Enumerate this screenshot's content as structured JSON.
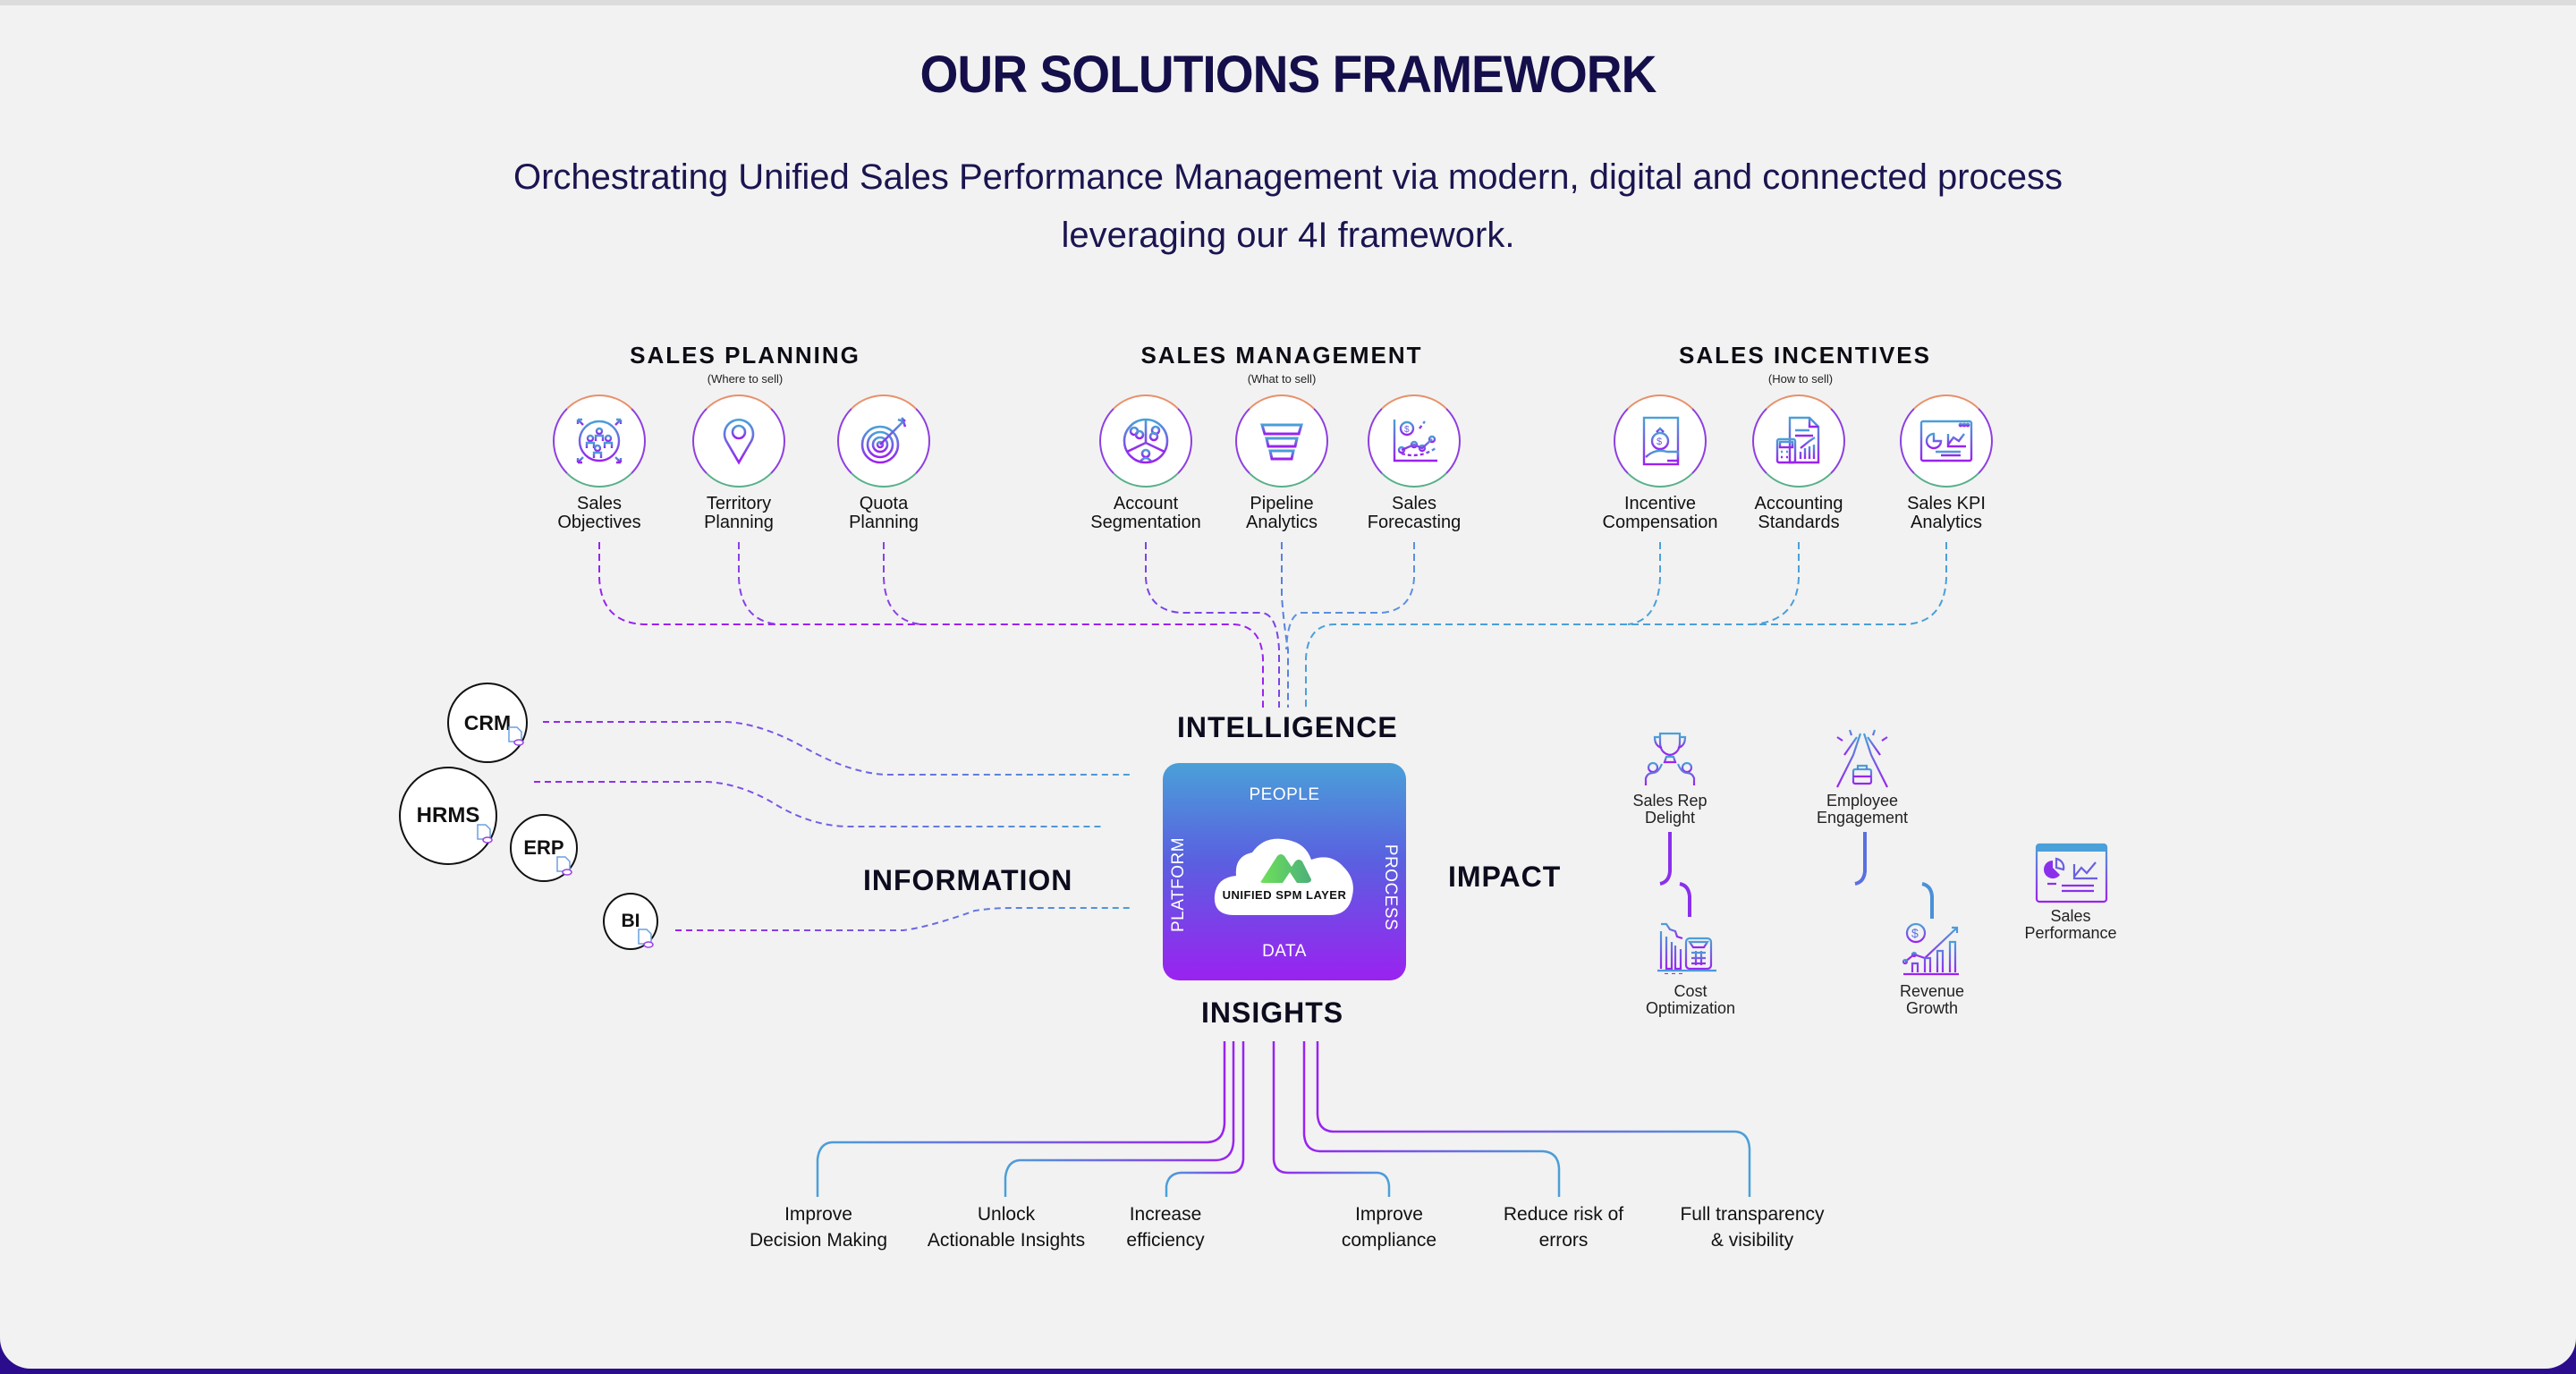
{
  "title": "OUR SOLUTIONS FRAMEWORK",
  "subtitle": {
    "line1": "Orchestrating Unified Sales Performance Management via modern, digital and connected process",
    "line2": "leveraging our 4I framework."
  },
  "colors": {
    "navy": "#140f4a",
    "purple": "#9a22f0",
    "blue": "#4aa0d8",
    "green": "#5fdc6a",
    "background": "#f2f2f2"
  },
  "sections": [
    {
      "title": "SALES PLANNING",
      "subtitle": "(Where to sell)",
      "items": [
        {
          "line1": "Sales",
          "line2": "Objectives",
          "icon": "people-targets-icon"
        },
        {
          "line1": "Territory",
          "line2": "Planning",
          "icon": "map-pin-icon"
        },
        {
          "line1": "Quota",
          "line2": "Planning",
          "icon": "target-arrow-icon"
        }
      ]
    },
    {
      "title": "SALES MANAGEMENT",
      "subtitle": "(What to sell)",
      "items": [
        {
          "line1": "Account",
          "line2": "Segmentation",
          "icon": "segmented-groups-icon"
        },
        {
          "line1": "Pipeline",
          "line2": "Analytics",
          "icon": "funnel-icon"
        },
        {
          "line1": "Sales",
          "line2": "Forecasting",
          "icon": "forecast-chart-icon"
        }
      ]
    },
    {
      "title": "SALES INCENTIVES",
      "subtitle": "(How to sell)",
      "items": [
        {
          "line1": "Incentive",
          "line2": "Compensation",
          "icon": "money-bag-hand-icon"
        },
        {
          "line1": "Accounting",
          "line2": "Standards",
          "icon": "calculator-report-icon"
        },
        {
          "line1": "Sales KPI",
          "line2": "Analytics",
          "icon": "dashboard-icon"
        }
      ]
    }
  ],
  "pillars": {
    "intelligence": "INTELLIGENCE",
    "information": "INFORMATION",
    "insights": "INSIGHTS",
    "impact": "IMPACT"
  },
  "core": {
    "top": "PEOPLE",
    "bottom": "DATA",
    "left": "PLATFORM",
    "right": "PROCESS",
    "center": "UNIFIED SPM LAYER"
  },
  "sources": [
    "CRM",
    "HRMS",
    "ERP",
    "BI"
  ],
  "impact_items": [
    {
      "line1": "Sales Rep",
      "line2": "Delight",
      "icon": "trophy-team-icon"
    },
    {
      "line1": "Employee",
      "line2": "Engagement",
      "icon": "high-five-icon"
    },
    {
      "line1": "Cost",
      "line2": "Optimization",
      "icon": "cost-calculator-icon"
    },
    {
      "line1": "Revenue",
      "line2": "Growth",
      "icon": "revenue-growth-icon"
    },
    {
      "line1": "Sales",
      "line2": "Performance",
      "icon": "performance-dashboard-icon"
    }
  ],
  "insights_items": [
    {
      "line1": "Improve",
      "line2": "Decision Making"
    },
    {
      "line1": "Unlock",
      "line2": "Actionable Insights"
    },
    {
      "line1": "Increase",
      "line2": "efficiency"
    },
    {
      "line1": "Improve",
      "line2": "compliance"
    },
    {
      "line1": "Reduce risk of",
      "line2": "errors"
    },
    {
      "line1": "Full transparency",
      "line2": "& visibility"
    }
  ]
}
